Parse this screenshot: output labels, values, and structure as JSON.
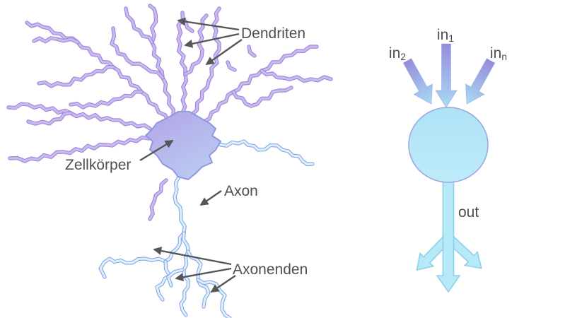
{
  "neuron_labels": {
    "dendrites": "Dendriten",
    "cell_body": "Zellkörper",
    "axon": "Axon",
    "axon_terminals": "Axonenden"
  },
  "artificial_neuron": {
    "inputs": [
      {
        "base": "in",
        "sub": "2"
      },
      {
        "base": "in",
        "sub": "1"
      },
      {
        "base": "in",
        "sub": "n"
      }
    ],
    "output": "out"
  },
  "colors": {
    "dendrite_outline": "#9b86d6",
    "dendrite_fill": "#c9b9f0",
    "axon_outline": "#7ea9e4",
    "axon_fill": "#e2eefc",
    "cell_body_top": "#b2a4e7",
    "cell_body_bottom": "#bac9f1",
    "node_cyan": "#b4e7f8",
    "input_arrow_top": "#968cdb",
    "input_arrow_bottom": "#a7dbf3",
    "pointer_gray": "#565656",
    "text_gray": "#4f4f4f"
  }
}
